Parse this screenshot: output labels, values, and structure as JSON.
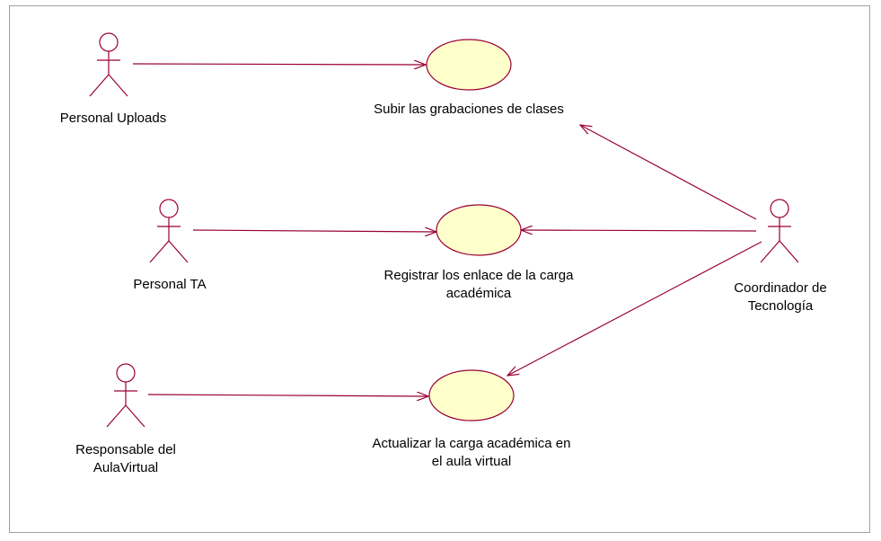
{
  "colors": {
    "line": "#990033",
    "usecase_fill": "#ffffcc",
    "frame": "#a0a0a0",
    "text": "#000000"
  },
  "actors": [
    {
      "id": "personal-uploads",
      "label": "Personal Uploads"
    },
    {
      "id": "personal-ta",
      "label": "Personal TA"
    },
    {
      "id": "responsable-aula-virtual",
      "label": "Responsable del\nAulaVirtual"
    },
    {
      "id": "coordinador-tecnologia",
      "label": "Coordinador de\nTecnología"
    }
  ],
  "use_cases": [
    {
      "id": "subir-grabaciones",
      "label": "Subir las grabaciones de clases"
    },
    {
      "id": "registrar-enlaces",
      "label": "Registrar los enlace de la carga\nacadémica"
    },
    {
      "id": "actualizar-carga",
      "label": "Actualizar la carga académica en\nel aula virtual"
    }
  ],
  "associations": [
    {
      "from": "personal-uploads",
      "to": "subir-grabaciones"
    },
    {
      "from": "personal-ta",
      "to": "registrar-enlaces"
    },
    {
      "from": "responsable-aula-virtual",
      "to": "actualizar-carga"
    },
    {
      "from": "coordinador-tecnologia",
      "to": "subir-grabaciones"
    },
    {
      "from": "coordinador-tecnologia",
      "to": "registrar-enlaces"
    },
    {
      "from": "coordinador-tecnologia",
      "to": "actualizar-carga"
    }
  ]
}
